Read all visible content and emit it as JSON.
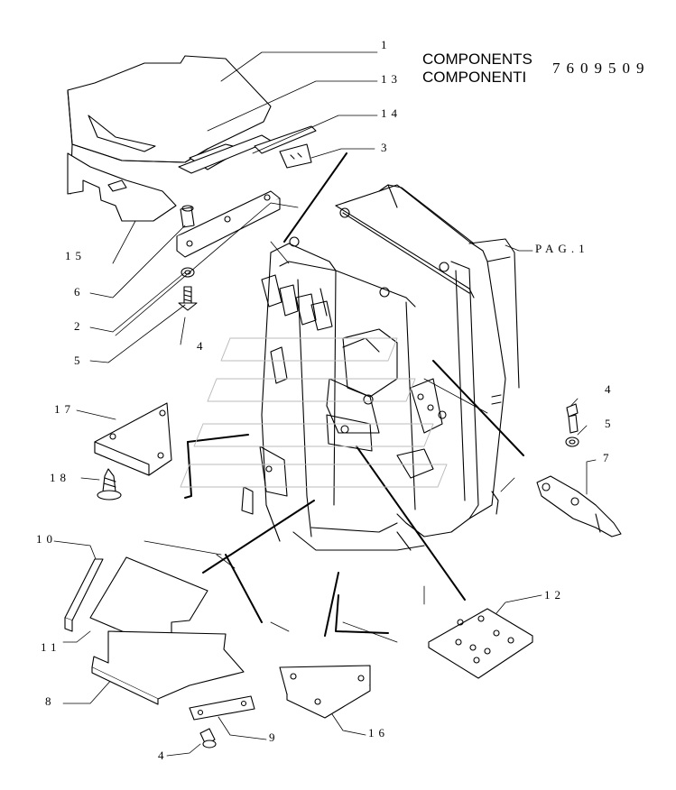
{
  "header": {
    "title_en": "COMPONENTS",
    "title_it": "COMPONENTI",
    "part_code": "7609509"
  },
  "page_ref": "PAG.1",
  "callouts": {
    "c1": "1",
    "c13": "13",
    "c14": "14",
    "c3": "3",
    "c15": "15",
    "c6": "6",
    "c2": "2",
    "c5a": "5",
    "c4a": "4",
    "c17": "17",
    "c18": "18",
    "c4b": "4",
    "c5b": "5",
    "c7": "7",
    "c10": "10",
    "c11": "11",
    "c8": "8",
    "c12": "12",
    "c9": "9",
    "c4c": "4",
    "c16": "16"
  }
}
